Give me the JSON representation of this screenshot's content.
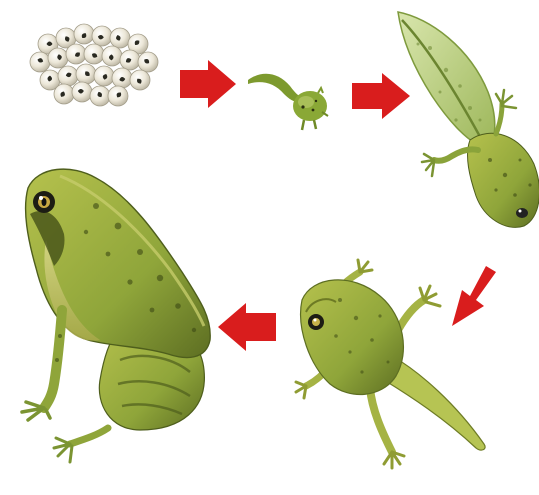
{
  "diagram": {
    "stages": [
      {
        "id": "eggs",
        "icon": "frog-eggs-icon"
      },
      {
        "id": "hatchling",
        "icon": "hatchling-tadpole-icon"
      },
      {
        "id": "tadpole-with-legs",
        "icon": "tadpole-with-legs-icon"
      },
      {
        "id": "froglet",
        "icon": "froglet-icon"
      },
      {
        "id": "adult",
        "icon": "adult-frog-icon"
      }
    ],
    "arrows": [
      {
        "from": "eggs",
        "to": "hatchling",
        "icon": "right-arrow-icon"
      },
      {
        "from": "hatchling",
        "to": "tadpole-with-legs",
        "icon": "right-arrow-icon"
      },
      {
        "from": "tadpole-with-legs",
        "to": "froglet",
        "icon": "down-left-arrow-icon"
      },
      {
        "from": "froglet",
        "to": "adult",
        "icon": "left-arrow-icon"
      }
    ],
    "colors": {
      "arrow": "#d91d1d",
      "frog_body": "#8fa53a",
      "frog_dark": "#4e5e1c",
      "tadpole_tail": "#c3d68e",
      "egg": "#ece7d8",
      "egg_core": "#2a2a22",
      "background": "#ffffff"
    }
  }
}
